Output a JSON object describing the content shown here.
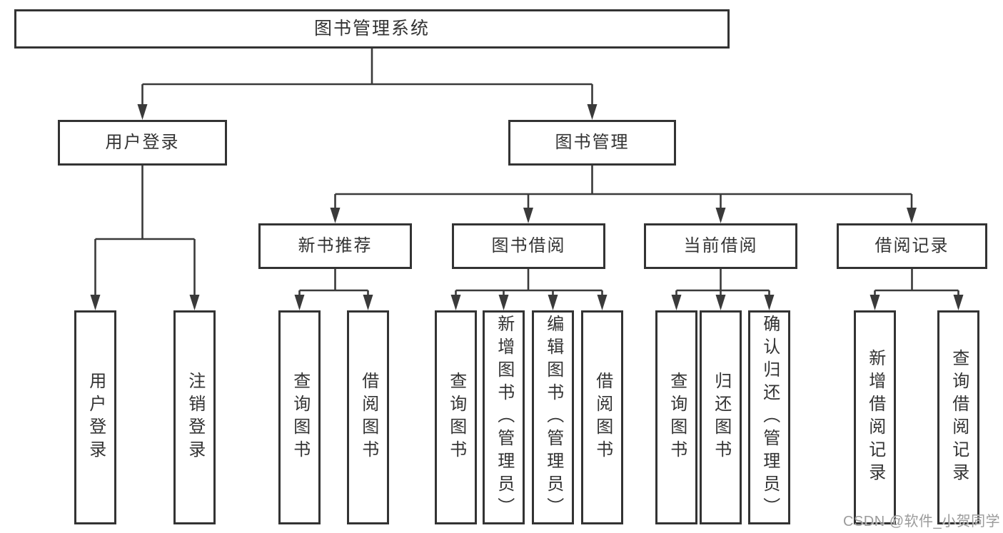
{
  "colors": {
    "background": "#ffffff",
    "line": "#3a3a3a",
    "box_border": "#333333",
    "text": "#333333",
    "watermark": "#9b9b9b"
  },
  "watermark": "CSDN @软件_小贺同学",
  "tree": {
    "label": "图书管理系统",
    "children": [
      {
        "label": "用户登录",
        "children": [
          {
            "label": "用户登录"
          },
          {
            "label": "注销登录"
          }
        ]
      },
      {
        "label": "图书管理",
        "children": [
          {
            "label": "新书推荐",
            "children": [
              {
                "label": "查询图书"
              },
              {
                "label": "借阅图书"
              }
            ]
          },
          {
            "label": "图书借阅",
            "children": [
              {
                "label": "查询图书"
              },
              {
                "label": "新增图书（管理员）"
              },
              {
                "label": "编辑图书（管理员）"
              },
              {
                "label": "借阅图书"
              }
            ]
          },
          {
            "label": "当前借阅",
            "children": [
              {
                "label": "查询图书"
              },
              {
                "label": "归还图书"
              },
              {
                "label": "确认归还（管理员）"
              }
            ]
          },
          {
            "label": "借阅记录",
            "children": [
              {
                "label": "新增借阅记录"
              },
              {
                "label": "查询借阅记录"
              }
            ]
          }
        ]
      }
    ]
  }
}
